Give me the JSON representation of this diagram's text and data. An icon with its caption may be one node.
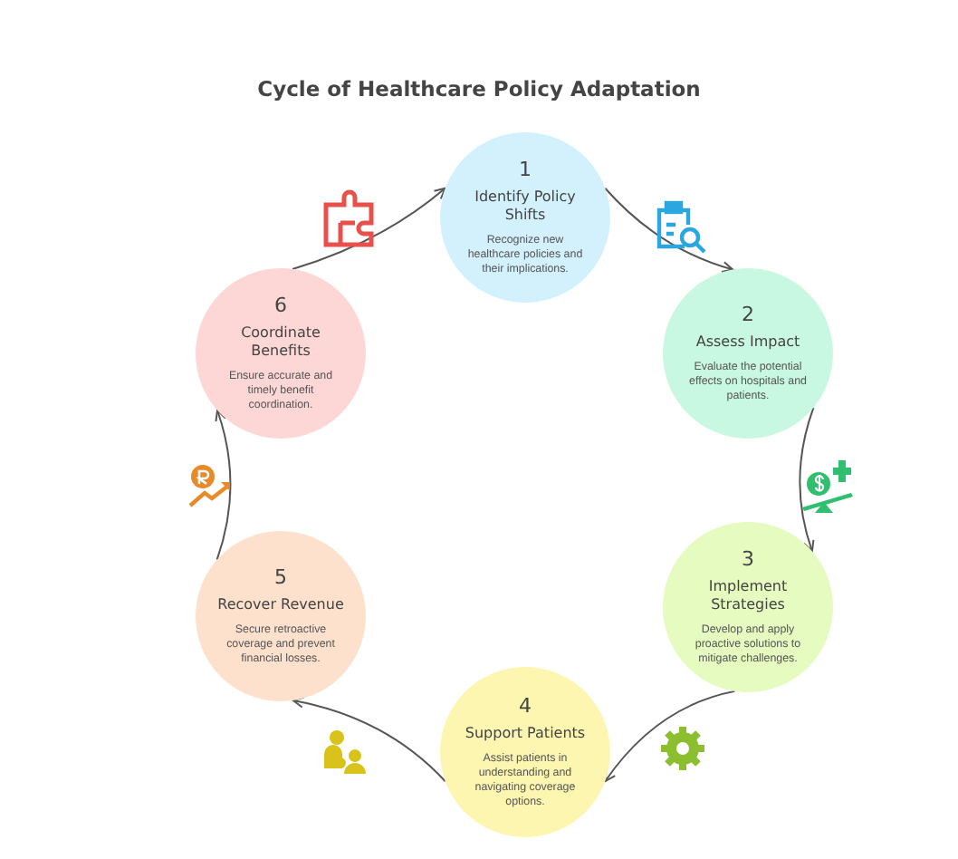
{
  "diagram": {
    "title": "Cycle of Healthcare Policy Adaptation",
    "nodes": [
      {
        "text": [
          "1",
          "Identify Policy Shifts",
          "Recognize new healthcare policies and their implications."
        ]
      },
      {
        "text": [
          "2",
          "Assess Impact",
          "Evaluate the potential effects on hospitals and patients."
        ]
      },
      {
        "text": [
          "3",
          "Implement Strategies",
          "Develop and apply proactive solutions to mitigate challenges."
        ]
      },
      {
        "text": [
          "4",
          "Support Patients",
          "Assist patients in understanding and navigating coverage options."
        ]
      },
      {
        "text": [
          "5",
          "Recover Revenue",
          "Secure retroactive coverage and prevent financial losses."
        ]
      },
      {
        "text": [
          "6",
          "Coordinate Benefits",
          "Ensure accurate and timely benefit coordination."
        ]
      }
    ],
    "edges": [
      {
        "from": 0,
        "to": 1,
        "arrow": "to"
      },
      {
        "from": 1,
        "to": 2,
        "arrow": "to"
      },
      {
        "from": 2,
        "to": 3,
        "arrow": "to"
      },
      {
        "from": 3,
        "to": 4,
        "arrow": "to"
      },
      {
        "from": 4,
        "to": 5,
        "arrow": "to"
      },
      {
        "from": 5,
        "to": 0,
        "arrow": "to"
      }
    ]
  }
}
